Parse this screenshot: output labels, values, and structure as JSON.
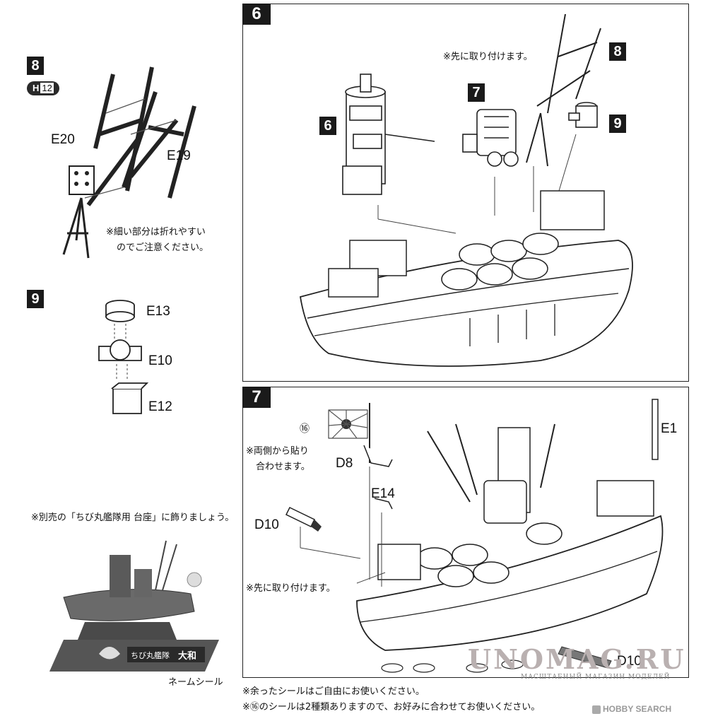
{
  "steps": {
    "s8": {
      "num": "8",
      "tag_letter": "H",
      "tag_num": "12",
      "part_a": "E20",
      "part_b": "E19",
      "note_line1": "※細い部分は折れやすい",
      "note_line2": "のでご注意ください。"
    },
    "s9": {
      "num": "9",
      "part_a": "E13",
      "part_b": "E10",
      "part_c": "E12"
    },
    "s6": {
      "num": "6",
      "note": "※先に取り付けます。",
      "sub": [
        "6",
        "7",
        "8",
        "9"
      ]
    },
    "s7": {
      "num": "7",
      "sticker": "⑯",
      "note_stick_1": "※両側から貼り",
      "note_stick_2": "合わせます。",
      "part_d8": "D8",
      "part_e14": "E14",
      "part_d10": "D10",
      "part_e1": "E1",
      "note_first": "※先に取り付けます。",
      "part_d10b": "D10"
    }
  },
  "display": {
    "note": "※別売の「ちび丸艦隊用 台座」に飾りましょう。",
    "base_label_1": "ちび丸艦隊",
    "base_label_2": "大和",
    "name_seal": "ネームシール"
  },
  "footer": {
    "line1": "※余ったシールはご自由にお使いください。",
    "line2": "※⑯のシールは2種類ありますので、お好みに合わせてお使いください。"
  },
  "watermark": {
    "brand": "UNOMAG.RU",
    "sub": "МАСШТАБНЫЙ МАГАЗИН МОДЕЛЕЙ",
    "hobby": "HOBBY SEARCH"
  },
  "colors": {
    "ink": "#111111",
    "panel_bg": "#ffffff",
    "watermark": "#b9b0b0"
  }
}
